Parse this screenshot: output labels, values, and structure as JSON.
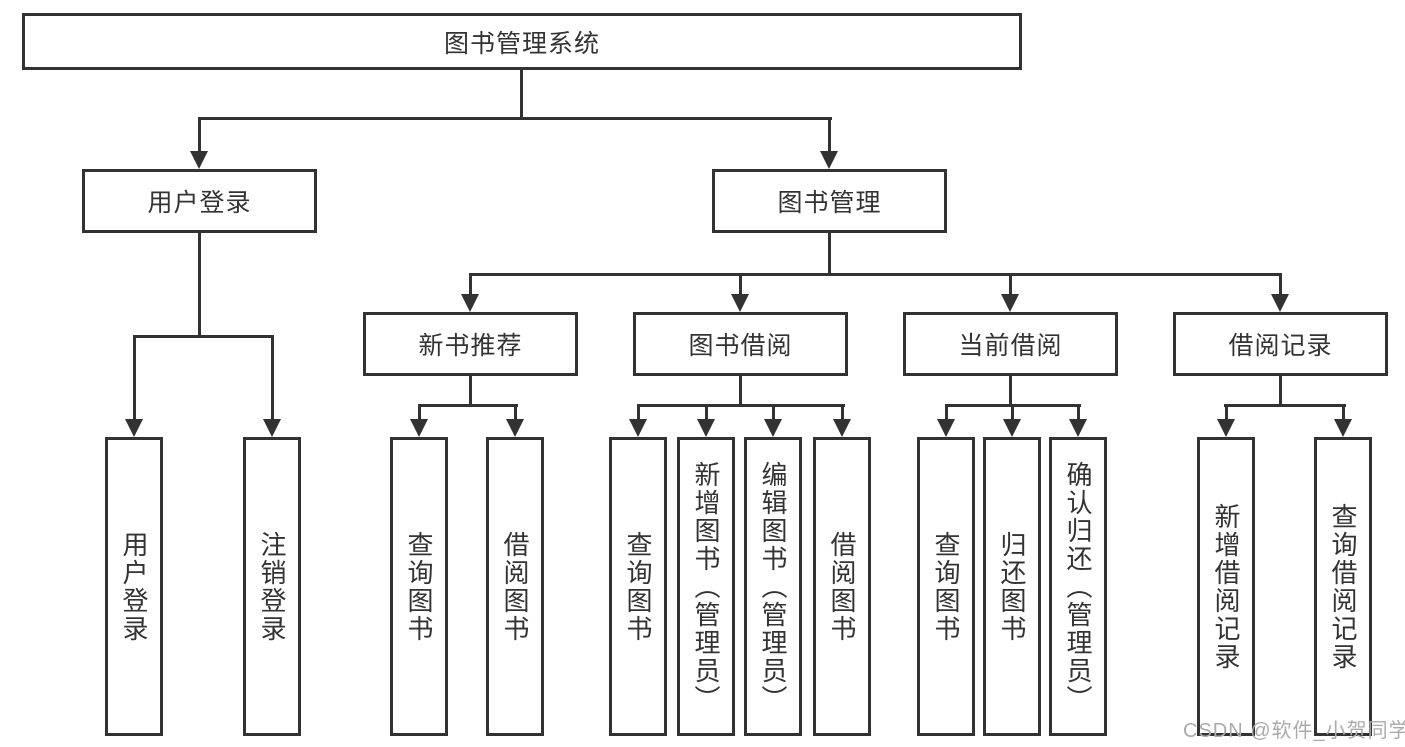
{
  "diagram": {
    "colors": {
      "line": "#323232",
      "text": "#333333",
      "box_background": "#ffffff",
      "page_background": "#ffffff",
      "watermark": "#ababab"
    },
    "root": {
      "label": "图书管理系统"
    },
    "level2": {
      "user_login": {
        "label": "用户登录"
      },
      "book_mgmt": {
        "label": "图书管理"
      }
    },
    "level3": {
      "new_books": {
        "label": "新书推荐"
      },
      "book_borrow": {
        "label": "图书借阅"
      },
      "current_borrow": {
        "label": "当前借阅"
      },
      "borrow_records": {
        "label": "借阅记录"
      }
    },
    "leaves": {
      "user_login_leaf": {
        "label": "用户登录"
      },
      "logout": {
        "label": "注销登录"
      },
      "nb_query": {
        "label": "查询图书"
      },
      "nb_borrow": {
        "label": "借阅图书"
      },
      "bb_query": {
        "label": "查询图书"
      },
      "bb_add": {
        "label": "新增图书（管理员）"
      },
      "bb_edit": {
        "label": "编辑图书（管理员）"
      },
      "bb_borrow": {
        "label": "借阅图书"
      },
      "cb_query": {
        "label": "查询图书"
      },
      "cb_return": {
        "label": "归还图书"
      },
      "cb_confirm": {
        "label": "确认归还（管理员）"
      },
      "br_add": {
        "label": "新增借阅记录"
      },
      "br_query": {
        "label": "查询借阅记录"
      }
    },
    "watermark": "CSDN @软件_小贺同学"
  }
}
